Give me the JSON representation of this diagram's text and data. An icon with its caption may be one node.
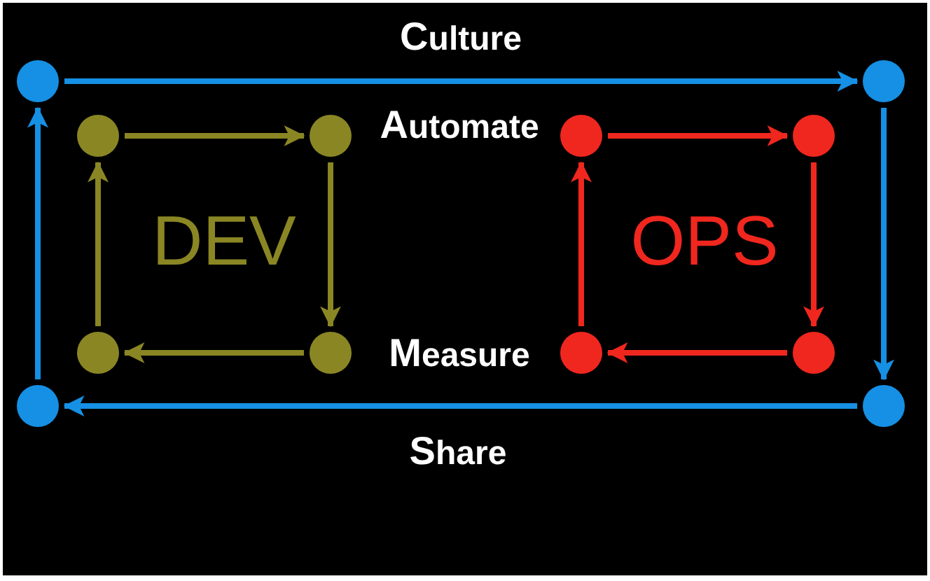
{
  "diagram": {
    "nodes": [
      {
        "text": [],
        "shape": "circle"
      },
      {
        "text": [],
        "shape": "circle"
      },
      {
        "text": [],
        "shape": "circle"
      },
      {
        "text": [],
        "shape": "circle"
      },
      {
        "text": [],
        "shape": "circle"
      },
      {
        "text": [],
        "shape": "circle"
      },
      {
        "text": [],
        "shape": "circle"
      },
      {
        "text": [],
        "shape": "circle"
      },
      {
        "text": [],
        "shape": "circle"
      },
      {
        "text": [],
        "shape": "circle"
      },
      {
        "text": [],
        "shape": "circle"
      },
      {
        "text": [],
        "shape": "circle"
      }
    ],
    "edges": [
      {
        "from": 0,
        "to": 1,
        "arrow": "to",
        "color": "#1590e4"
      },
      {
        "from": 1,
        "to": 11,
        "arrow": "to",
        "color": "#1590e4"
      },
      {
        "from": 11,
        "to": 10,
        "arrow": "to",
        "color": "#1590e4"
      },
      {
        "from": 10,
        "to": 0,
        "arrow": "to",
        "color": "#1590e4"
      },
      {
        "from": 2,
        "to": 3,
        "arrow": "to",
        "color": "#8a8624"
      },
      {
        "from": 3,
        "to": 7,
        "arrow": "to",
        "color": "#8a8624"
      },
      {
        "from": 7,
        "to": 6,
        "arrow": "to",
        "color": "#8a8624"
      },
      {
        "from": 6,
        "to": 2,
        "arrow": "to",
        "color": "#8a8624"
      },
      {
        "from": 4,
        "to": 5,
        "arrow": "to",
        "color": "#f0271e"
      },
      {
        "from": 5,
        "to": 9,
        "arrow": "to",
        "color": "#f0271e"
      },
      {
        "from": 9,
        "to": 8,
        "arrow": "to",
        "color": "#f0271e"
      },
      {
        "from": 8,
        "to": 4,
        "arrow": "to",
        "color": "#f0271e"
      }
    ],
    "labels": [
      "Culture",
      "Automate",
      "DEV",
      "OPS",
      "Measure",
      "Share"
    ]
  }
}
